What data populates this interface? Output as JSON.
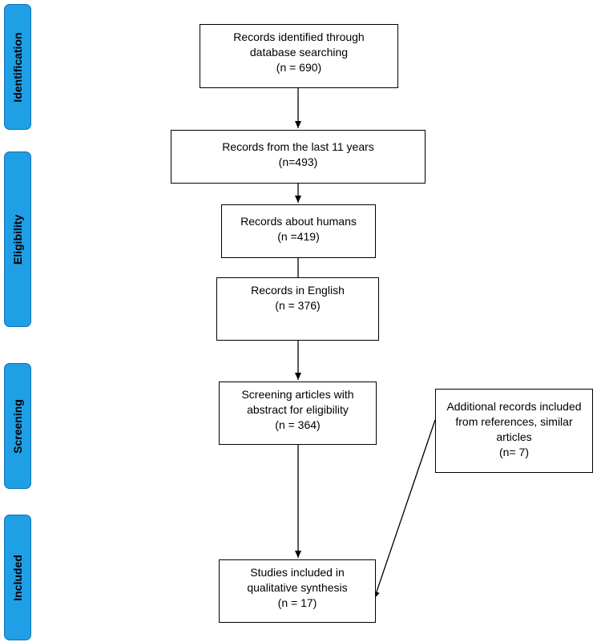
{
  "phases": {
    "identification": "Identification",
    "eligibility": "Eligibility",
    "screening": "Screening",
    "included": "Included"
  },
  "boxes": {
    "identified": {
      "line1": "Records identified through",
      "line2": "database searching",
      "line3": "(n = 690)"
    },
    "last11": {
      "line1": "Records from the last 11 years",
      "line2": "(n=493)"
    },
    "humans": {
      "line1": "Records about humans",
      "line2": "(n =419)"
    },
    "english": {
      "line1": "Records in English",
      "line2": "(n = 376)"
    },
    "screening": {
      "line1": "Screening articles with",
      "line2": "abstract for eligibility",
      "line3": "(n = 364)"
    },
    "additional": {
      "line1": "Additional records included",
      "line2": "from references, similar",
      "line3": "articles",
      "line4": "(n= 7)"
    },
    "included": {
      "line1": "Studies included in",
      "line2": "qualitative synthesis",
      "line3": "(n = 17)"
    }
  }
}
